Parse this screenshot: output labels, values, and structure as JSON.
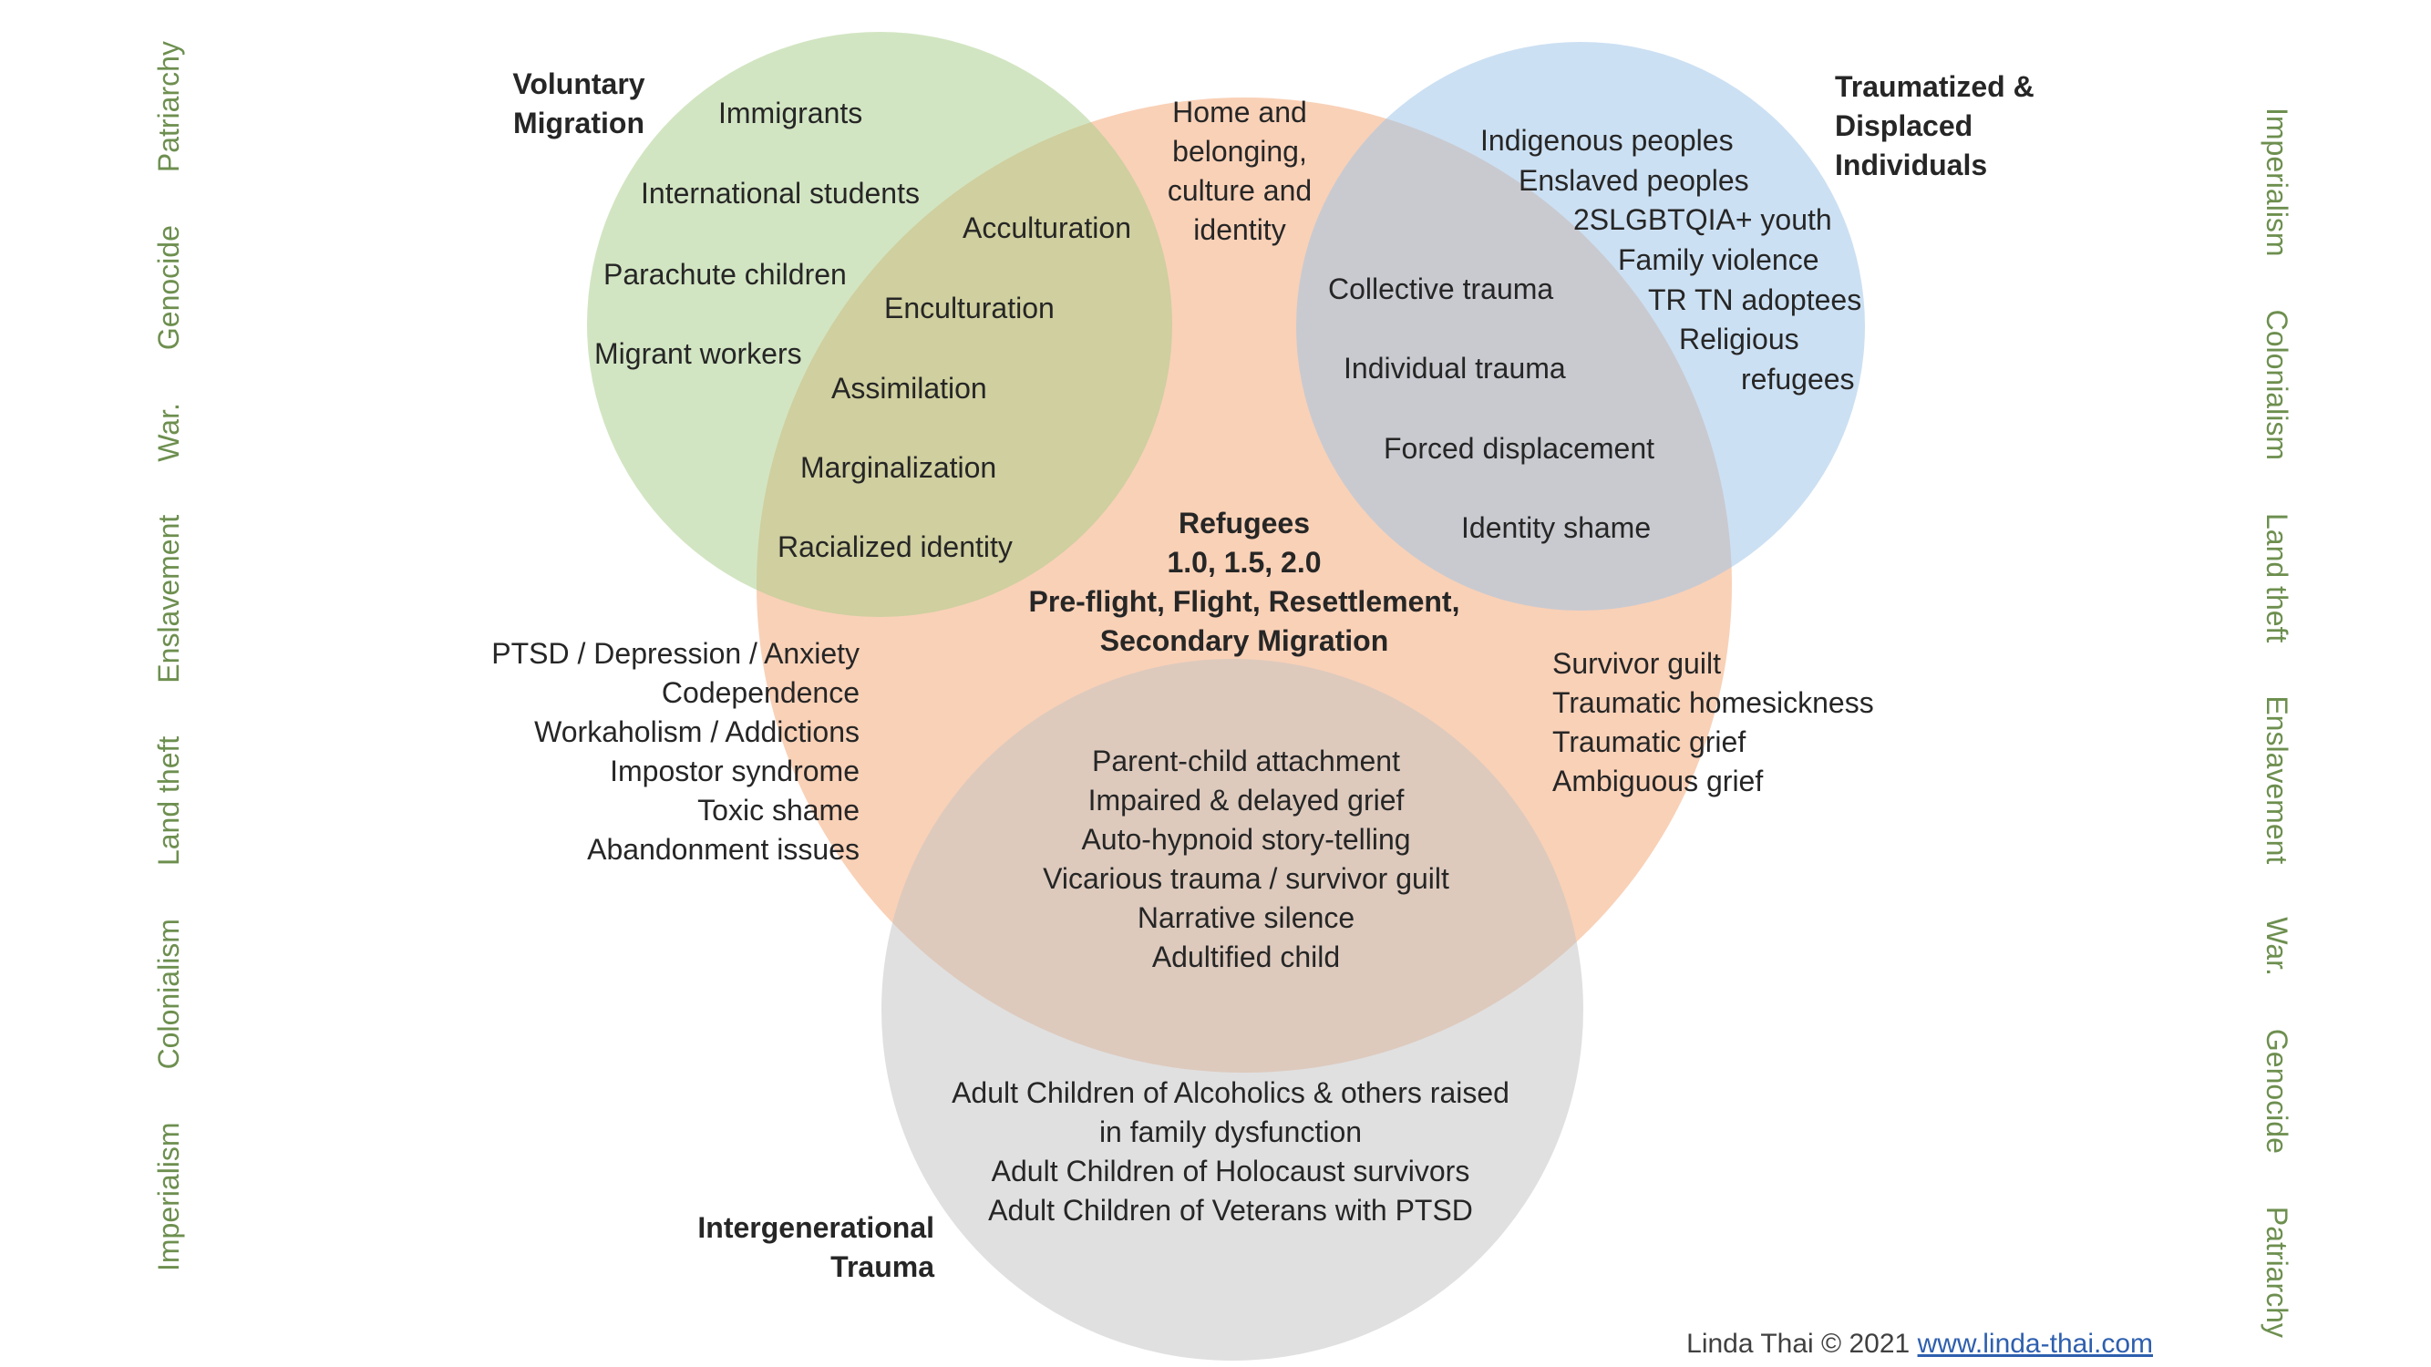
{
  "side_terms": [
    "Imperialism",
    "Colonialism",
    "Land theft",
    "Enslavement",
    "War.",
    "Genocide",
    "Patriarchy"
  ],
  "colors": {
    "voluntary": "#a9cd8a",
    "traumatized": "#9dc3e8",
    "refugees": "#f6b48b",
    "intergenerational": "#c4c4c4",
    "side_text": "#6d8f4f",
    "link": "#2e5fae"
  },
  "circles": {
    "voluntary": {
      "title": [
        "Voluntary",
        "Migration"
      ],
      "items": [
        "Immigrants",
        "International students",
        "Parachute children",
        "Migrant workers"
      ]
    },
    "traumatized": {
      "title": [
        "Traumatized &",
        "Displaced",
        "Individuals"
      ],
      "items": [
        "Indigenous peoples",
        "Enslaved peoples",
        "2SLGBTQIA+ youth",
        "Family violence",
        "TR TN adoptees",
        "Religious",
        "refugees"
      ]
    },
    "refugees": {
      "title": [
        "Refugees",
        "1.0, 1.5, 2.0",
        "Pre-flight, Flight, Resettlement,",
        "Secondary Migration"
      ],
      "top": [
        "Home and",
        "belonging,",
        "culture and",
        "identity"
      ],
      "right_outside": [
        "Survivor guilt",
        "Traumatic homesickness",
        "Traumatic grief",
        "Ambiguous grief"
      ]
    },
    "intergenerational": {
      "title": [
        "Intergenerational",
        "Trauma"
      ],
      "items": [
        "Adult Children of Alcoholics & others raised",
        "in family dysfunction",
        "Adult Children of Holocaust survivors",
        "Adult Children of Veterans with PTSD"
      ]
    }
  },
  "overlaps": {
    "voluntary_refugees": [
      "Acculturation",
      "Enculturation",
      "Assimilation",
      "Marginalization",
      "Racialized identity"
    ],
    "traumatized_refugees": [
      "Collective trauma",
      "Individual trauma",
      "Forced displacement",
      "Identity shame"
    ],
    "refugees_intergenerational": [
      "Parent-child attachment",
      "Impaired & delayed grief",
      "Auto-hypnoid story-telling",
      "Vicarious trauma / survivor guilt",
      "Narrative silence",
      "Adultified child"
    ]
  },
  "left_outside": [
    "PTSD / Depression / Anxiety",
    "Codependence",
    "Workaholism / Addictions",
    "Impostor syndrome",
    "Toxic shame",
    "Abandonment issues"
  ],
  "credit": {
    "text": "Linda Thai © 2021",
    "link": "www.linda-thai.com"
  }
}
